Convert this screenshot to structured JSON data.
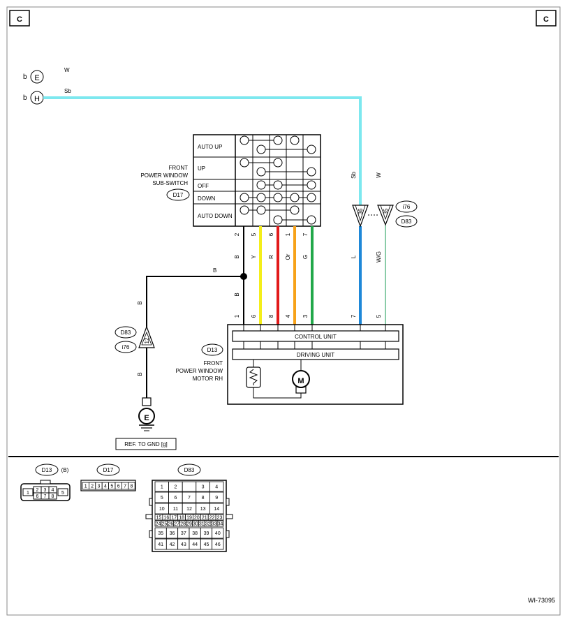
{
  "corner_left": "C",
  "corner_right": "C",
  "connectors_left": [
    {
      "prefix": "b",
      "letter": "E",
      "wire": "W"
    },
    {
      "prefix": "b",
      "letter": "H",
      "wire": "Sb"
    }
  ],
  "switch": {
    "label_lines": [
      "FRONT",
      "POWER WINDOW",
      "SUB-SWITCH"
    ],
    "connector": "D17",
    "positions": [
      "AUTO UP",
      "UP",
      "OFF",
      "DOWN",
      "AUTO DOWN"
    ],
    "top_pins": [
      "2",
      "5",
      "6",
      "1",
      "7"
    ],
    "wire_colors": [
      "B",
      "Y",
      "R",
      "Or",
      "G"
    ]
  },
  "motor": {
    "label_lines": [
      "FRONT",
      "POWER WINDOW",
      "MOTOR RH"
    ],
    "connector": "D13",
    "pins": [
      "1",
      "6",
      "8",
      "4",
      "3",
      "7",
      "5"
    ],
    "control_unit": "CONTROL UNIT",
    "driving_unit": "DRIVING UNIT",
    "motor_letter": "M"
  },
  "junction_wire": "B",
  "lower_wire_b": "B",
  "right_wires": {
    "sb": "Sb",
    "w": "W",
    "l": "L",
    "wg": "W/G"
  },
  "right_joint": {
    "pins": [
      "36",
      "35"
    ],
    "connectors": [
      "i76",
      "D83"
    ]
  },
  "left_joint": {
    "pin": "12",
    "connectors": [
      "D83",
      "i76"
    ],
    "wire_upper": "B",
    "wire_lower": "B"
  },
  "ground": {
    "letter": "E",
    "ref": "REF. TO GND [g]"
  },
  "legend": {
    "d13": {
      "name": "D13",
      "tag": "(B)",
      "pins_top": [
        "2",
        "3",
        "4"
      ],
      "pins_bottom": [
        "6",
        "7",
        "8"
      ],
      "pin_left": "1",
      "pin_right": "5"
    },
    "d17": {
      "name": "D17",
      "pins": [
        "1",
        "2",
        "3",
        "4",
        "5",
        "6",
        "7",
        "8"
      ]
    },
    "d83": {
      "name": "D83",
      "rows": [
        [
          "1",
          "2",
          "",
          "3",
          "4"
        ],
        [
          "5",
          "6",
          "7",
          "8",
          "9"
        ],
        [
          "10",
          "11",
          "12",
          "13",
          "14"
        ],
        [
          "15",
          "16",
          "17",
          "18",
          "19",
          "20",
          "21",
          "22",
          "23"
        ],
        [
          "24",
          "25",
          "26",
          "27",
          "28",
          "29",
          "30",
          "31",
          "32",
          "33",
          "34"
        ],
        [
          "35",
          "36",
          "37",
          "38",
          "39",
          "40"
        ],
        [
          "41",
          "42",
          "43",
          "44",
          "45",
          "46"
        ]
      ]
    }
  },
  "figure_id": "WI-73095",
  "colors": {
    "sb": "#7de8ef",
    "y": "#f4ee1a",
    "r": "#e21a1a",
    "or": "#f7a21a",
    "g": "#22a84a",
    "l": "#1e88d8",
    "wg": "#3daa6d",
    "b": "#000000"
  }
}
